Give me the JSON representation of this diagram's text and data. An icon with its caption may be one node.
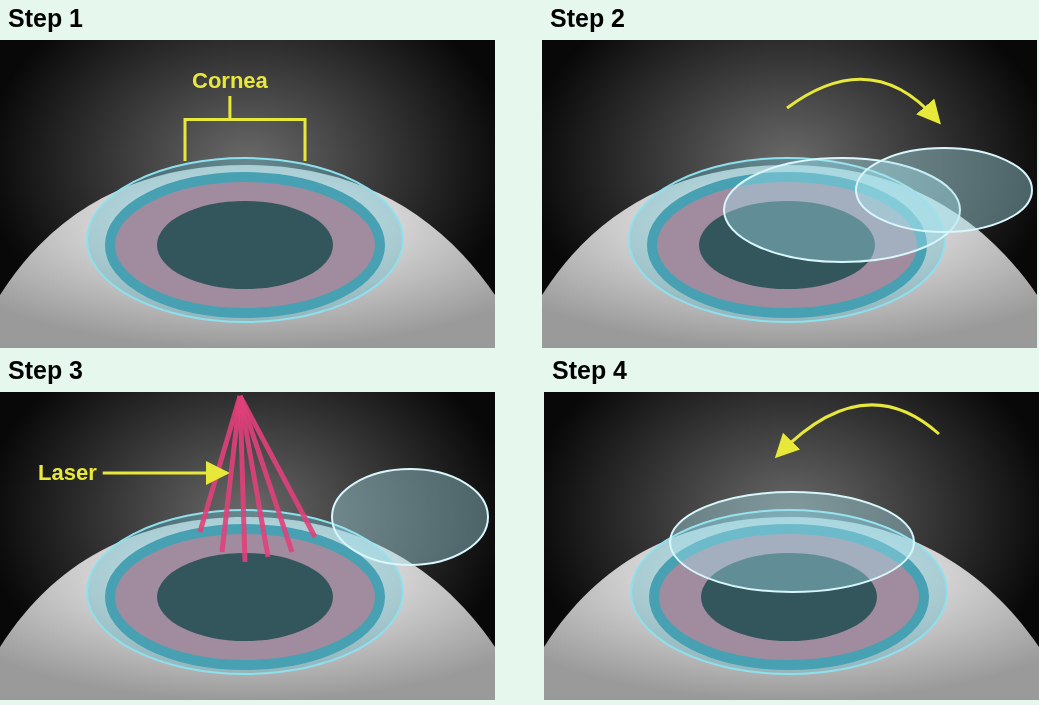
{
  "diagram": {
    "nodes": [
      {
        "text": [
          "Step 1"
        ]
      },
      {
        "text": [
          "Cornea"
        ],
        "in": 0
      },
      {
        "text": [],
        "shape": "picture",
        "in": 0
      },
      {
        "text": [
          "Step 2"
        ]
      },
      {
        "text": [
          "Step 3"
        ]
      },
      {
        "text": [
          "Laser"
        ],
        "in": 4
      },
      {
        "text": [],
        "shape": "picture",
        "in": 4
      },
      {
        "text": [
          "Step 4"
        ]
      }
    ],
    "edges": [
      {
        "from": 1,
        "to": 2,
        "arrow": "none"
      },
      {
        "from": 5,
        "to": 6,
        "arrow": "to"
      }
    ]
  }
}
